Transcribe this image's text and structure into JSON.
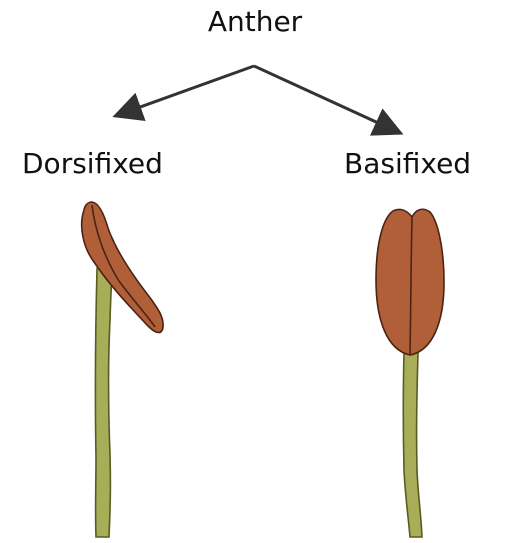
{
  "title": "Anther",
  "types": {
    "left": "Dorsifixed",
    "right": "Basifixed"
  },
  "colors": {
    "anther_fill": "#B05F38",
    "anther_outline": "#4A2414",
    "filament_fill": "#A8AE58",
    "filament_outline": "#5A5A25",
    "arrow": "#333333"
  }
}
